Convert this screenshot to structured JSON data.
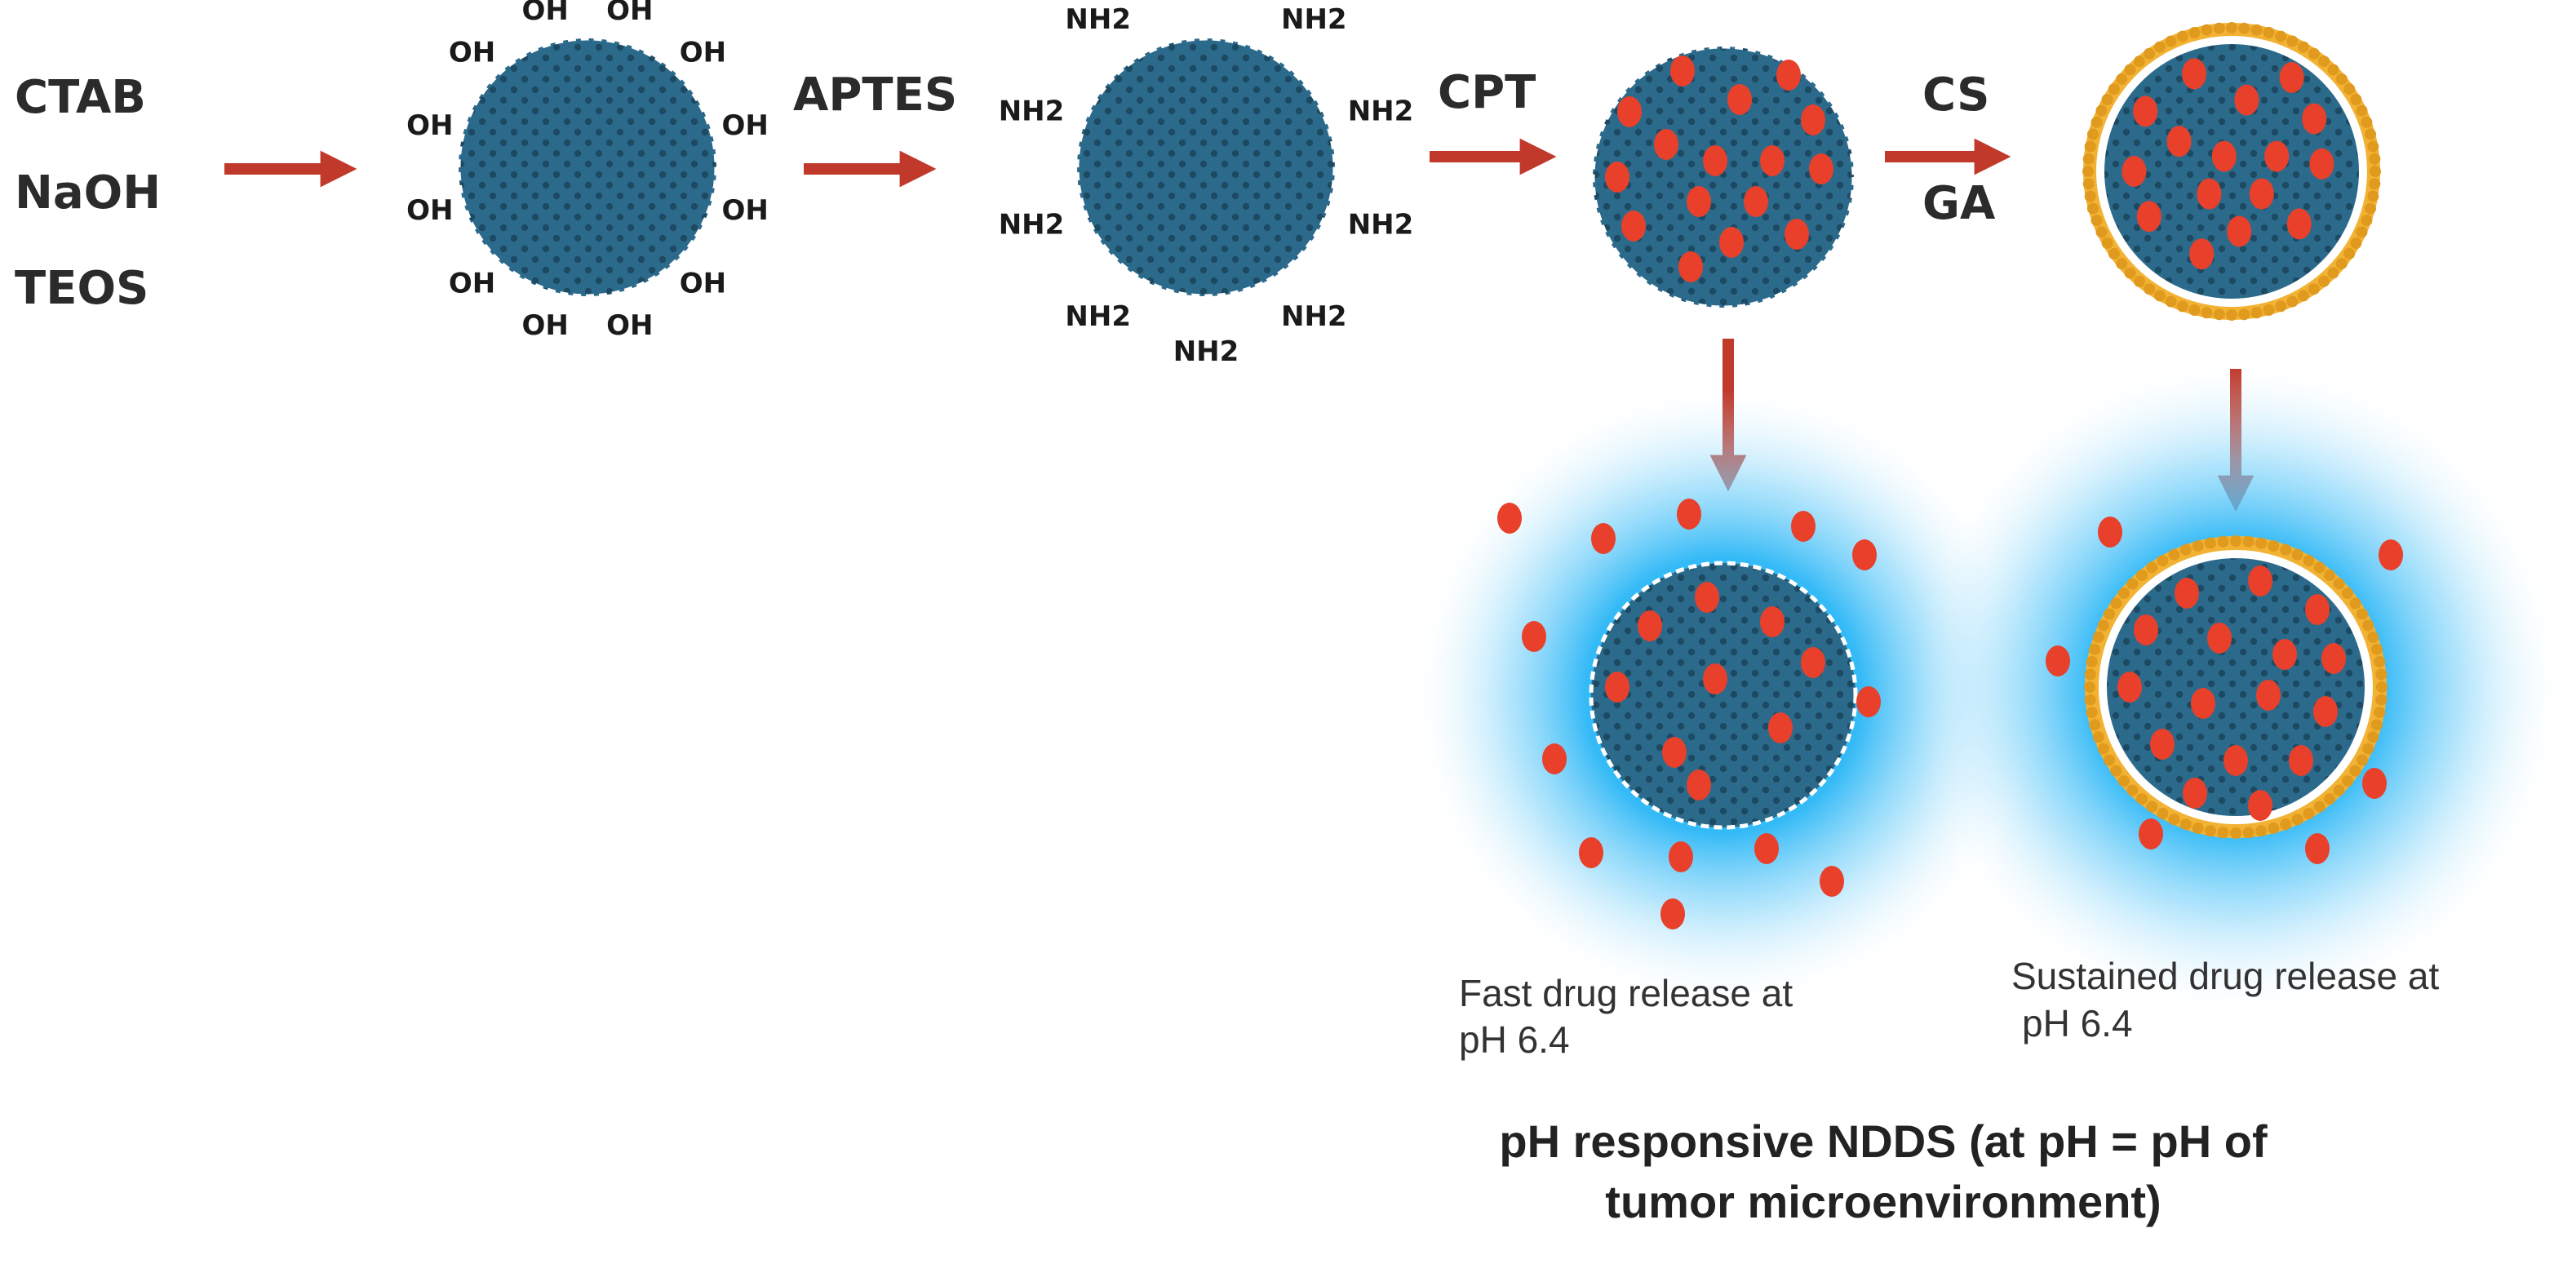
{
  "reagents": {
    "step1": [
      "CTAB",
      "NaOH",
      "TEOS"
    ],
    "step2": "APTES",
    "step3": "CPT",
    "step4": [
      "CS",
      "GA"
    ]
  },
  "surface_groups": {
    "hydroxyl": "OH",
    "amine": "NH2"
  },
  "captions": {
    "fast_line1": "Fast drug release at",
    "fast_line2": "pH 6.4",
    "sustained_line1": "Sustained drug release at",
    "sustained_line2": "pH 6.4"
  },
  "footer": {
    "line1": "pH responsive NDDS (at pH = pH of",
    "line2": "tumor microenvironment)"
  },
  "colors": {
    "particle": "#2c6a8c",
    "pore_dot": "#1d4a63",
    "drug": "#e8402a",
    "arrow": "#c0392b",
    "coating": "#f2b233",
    "glow": "#4fc3f7"
  }
}
